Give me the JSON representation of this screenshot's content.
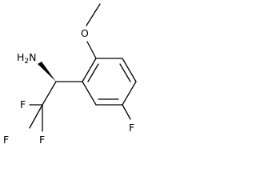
{
  "molecule": {
    "atoms": {
      "amine": {
        "symbol": "H",
        "subscript": "2",
        "suffix": "N"
      },
      "fluorine_top": "F",
      "fluorine_left": "F",
      "fluorine_bottom": "F",
      "fluorine_ring": "F",
      "oxygen": "O"
    },
    "stereo": "wedge"
  }
}
